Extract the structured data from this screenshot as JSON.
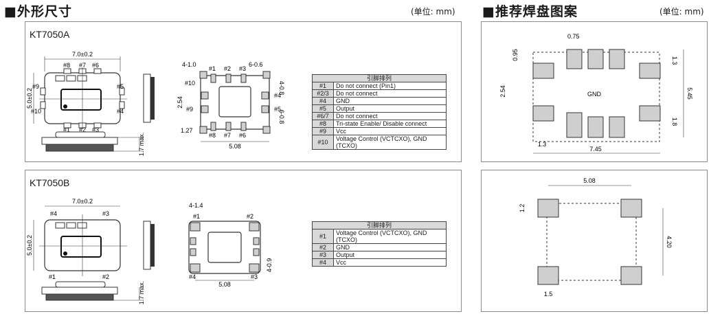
{
  "header": {
    "left_title": "■外形尺寸",
    "left_unit": "(单位: mm)",
    "right_title": "■推荐焊盘图案",
    "right_unit": "(单位: mm)"
  },
  "panel_a": {
    "model": "KT7050A",
    "width_dim": "7.0±0.2",
    "height_dim": "5.0±0.2",
    "max_height": "1.7 max.",
    "top_pins": [
      "#8",
      "#7",
      "#6"
    ],
    "bottom_pins": [
      "#1",
      "#2",
      "#3"
    ],
    "left_pins": [
      "#9",
      "#10"
    ],
    "right_pins": [
      "#5",
      "#4"
    ],
    "pad_dims": {
      "a": "4-1.0",
      "b": "6-0.6",
      "c": "4-0.8",
      "d": "6-0.8",
      "e": "2.54",
      "f": "1.27",
      "g": "5.08"
    },
    "bottom_view_labels": [
      "#1",
      "#2",
      "#3",
      "#4",
      "#5",
      "#6",
      "#7",
      "#8",
      "#9",
      "#10"
    ],
    "table": {
      "header": "引脚排列",
      "rows": [
        {
          "pin": "#1",
          "desc": "Do not connect (Pin1)"
        },
        {
          "pin": "#2/3",
          "desc": "Do not connect"
        },
        {
          "pin": "#4",
          "desc": "GND"
        },
        {
          "pin": "#5",
          "desc": "Output"
        },
        {
          "pin": "#6/7",
          "desc": "Do not connect"
        },
        {
          "pin": "#8",
          "desc": "Tri-state Enable/ Disable connect"
        },
        {
          "pin": "#9",
          "desc": "Vcc"
        },
        {
          "pin": "#10",
          "desc": "Voltage Control (VCTCXO), GND (TCXO)"
        }
      ]
    }
  },
  "panel_b": {
    "model": "KT7050B",
    "width_dim": "7.0±0.2",
    "height_dim": "5.0±0.2",
    "max_height": "1.7 max.",
    "top_pins": [
      "#4",
      "#3"
    ],
    "bottom_pins": [
      "#1",
      "#2"
    ],
    "pad_dims": {
      "a": "4-1.4",
      "b": "4-0.9",
      "g": "5.08"
    },
    "bottom_view_labels": [
      "#1",
      "#2",
      "#3",
      "#4"
    ],
    "table": {
      "header": "引脚排列",
      "rows": [
        {
          "pin": "#1",
          "desc": "Voltage Control (VCTCXO), GND (TCXO)"
        },
        {
          "pin": "#2",
          "desc": "GND"
        },
        {
          "pin": "#3",
          "desc": "Output"
        },
        {
          "pin": "#4",
          "desc": "Vcc"
        }
      ]
    }
  },
  "land_a": {
    "dims": {
      "w1": "0.75",
      "h1": "0.95",
      "h2": "1.3",
      "v1": "2.54",
      "v2": "5.45",
      "v3": "1.8",
      "w2": "1.3",
      "w3": "7.45"
    },
    "center_label": "GND"
  },
  "land_b": {
    "dims": {
      "w1": "5.08",
      "h1": "1.2",
      "v1": "4.20",
      "w2": "1.5"
    }
  },
  "colors": {
    "pad": "#cfcfcf",
    "outline": "#333333",
    "panel_border": "#8a8a8a"
  }
}
